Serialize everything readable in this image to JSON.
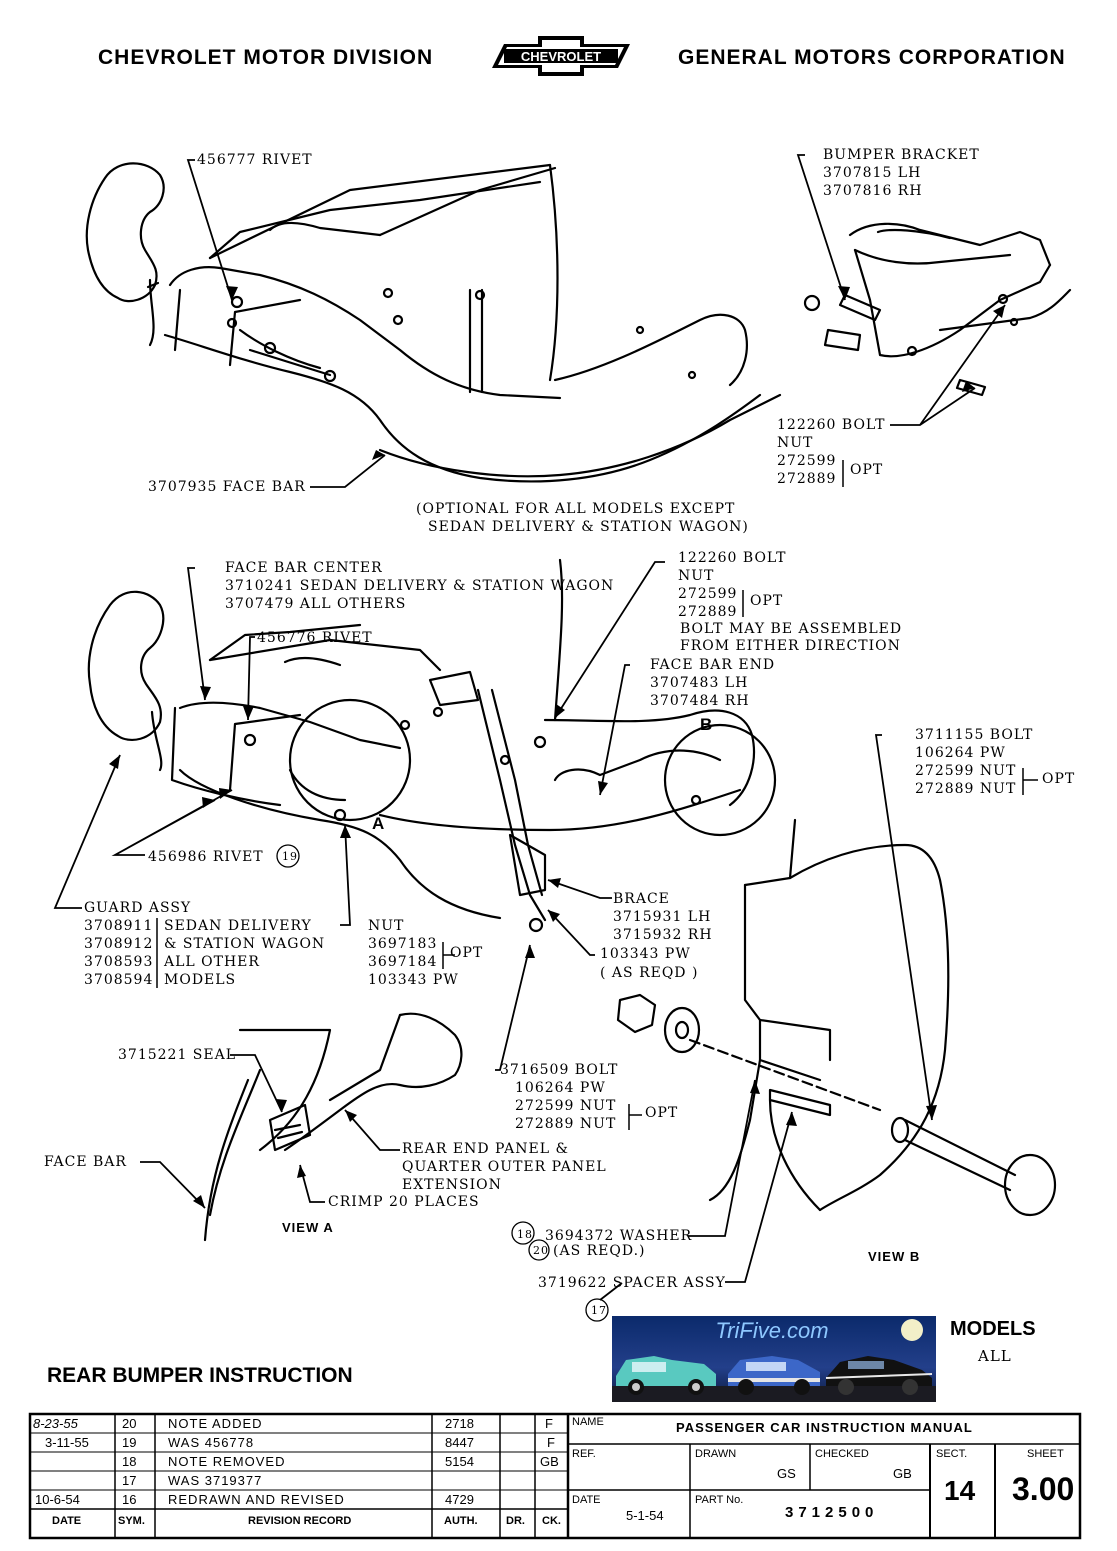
{
  "header": {
    "left": "CHEVROLET MOTOR DIVISION",
    "logo": "CHEVROLET",
    "right": "GENERAL MOTORS CORPORATION"
  },
  "top_view": {
    "rivet": "456777 RIVET",
    "bumper_bracket": [
      "BUMPER BRACKET",
      "3707815 LH",
      "3707816 RH"
    ],
    "bolt": "122260 BOLT",
    "nut": "NUT",
    "nut_parts": [
      "272599",
      "272889"
    ],
    "opt": "OPT",
    "face_bar": "3707935 FACE BAR",
    "optional_note": [
      "(OPTIONAL FOR ALL MODELS EXCEPT",
      "SEDAN DELIVERY & STATION WAGON)"
    ]
  },
  "middle_view": {
    "face_bar_center": [
      "FACE BAR CENTER",
      "3710241 SEDAN DELIVERY & STATION WAGON",
      "3707479 ALL OTHERS"
    ],
    "rivet": "456776 RIVET",
    "bolt": "122260 BOLT",
    "nut": "NUT",
    "nut_parts": [
      "272599",
      "272889"
    ],
    "opt": "OPT",
    "bolt_note": [
      "BOLT MAY BE ASSEMBLED",
      "FROM EITHER DIRECTION"
    ],
    "face_bar_end": [
      "FACE BAR END",
      "3707483 LH",
      "3707484 RH"
    ],
    "callout_b": "B",
    "callout_a": "A",
    "bolt_3711155": [
      "3711155 BOLT",
      "106264  PW",
      "272599  NUT",
      "272889  NUT"
    ],
    "bolt_3711155_opt": "OPT",
    "rivet_456986": "456986 RIVET",
    "rivet_note": "19",
    "guard_assy": "GUARD ASSY",
    "guard_rows": [
      {
        "part": "3708911",
        "desc": "SEDAN DELIVERY"
      },
      {
        "part": "3708912",
        "desc": "& STATION WAGON"
      },
      {
        "part": "3708593",
        "desc": "ALL OTHER"
      },
      {
        "part": "3708594",
        "desc": "MODELS"
      }
    ],
    "nut_list": [
      "3697183",
      "3697184",
      "103343  PW"
    ],
    "nut_opt": "OPT",
    "brace": [
      "BRACE",
      "3715931 LH",
      "3715932 RH",
      "103343  PW",
      "( AS REQD )"
    ]
  },
  "lower_views": {
    "seal": "3715221 SEAL",
    "face_bar": "FACE BAR",
    "rear_panel": [
      "REAR END PANEL &",
      "QUARTER OUTER PANEL",
      "EXTENSION"
    ],
    "crimp": "CRIMP 20 PLACES",
    "view_a": "VIEW  A",
    "bolt_3716509": [
      "3716509 BOLT",
      "106264  PW",
      "272599  NUT",
      "272889  NUT"
    ],
    "bolt_3716509_opt": "OPT",
    "washer": "3694372 WASHER",
    "washer_note_a": "18",
    "washer_note_b": "20",
    "washer_reqd": "(AS REQD.)",
    "spacer": "3719622 SPACER ASSY",
    "view_b": "VIEW  B",
    "note_17": "17"
  },
  "title": "REAR BUMPER INSTRUCTION",
  "models": {
    "label": "MODELS",
    "value": "ALL"
  },
  "banner": {
    "text": "TriFive.com"
  },
  "revisions": {
    "headers": [
      "DATE",
      "SYM.",
      "REVISION RECORD",
      "AUTH.",
      "DR.",
      "CK."
    ],
    "rows": [
      {
        "date": "8-23-55",
        "sym": "20",
        "record": "NOTE ADDED",
        "auth": "2718",
        "ck": "F"
      },
      {
        "date": "3-11-55",
        "sym": "19",
        "record": "WAS 456778",
        "auth": "8447",
        "ck": "F"
      },
      {
        "date": "",
        "sym": "18",
        "record": "NOTE REMOVED",
        "auth": "5154",
        "ck": "GB"
      },
      {
        "date": "",
        "sym": "17",
        "record": "WAS 3719377",
        "auth": "",
        "ck": ""
      },
      {
        "date": "10-6-54",
        "sym": "16",
        "record": "REDRAWN AND REVISED",
        "auth": "4729",
        "ck": ""
      }
    ]
  },
  "titleblock": {
    "name_label": "NAME",
    "name_value": "PASSENGER CAR INSTRUCTION MANUAL",
    "ref_label": "REF.",
    "drawn_label": "DRAWN",
    "drawn_value": "GS",
    "checked_label": "CHECKED",
    "checked_value": "GB",
    "sect_label": "SECT.",
    "sect_value": "14",
    "sheet_label": "SHEET",
    "sheet_value": "3.00",
    "date_label": "DATE",
    "date_value": "5-1-54",
    "part_label": "PART No.",
    "part_value": "3712500"
  }
}
